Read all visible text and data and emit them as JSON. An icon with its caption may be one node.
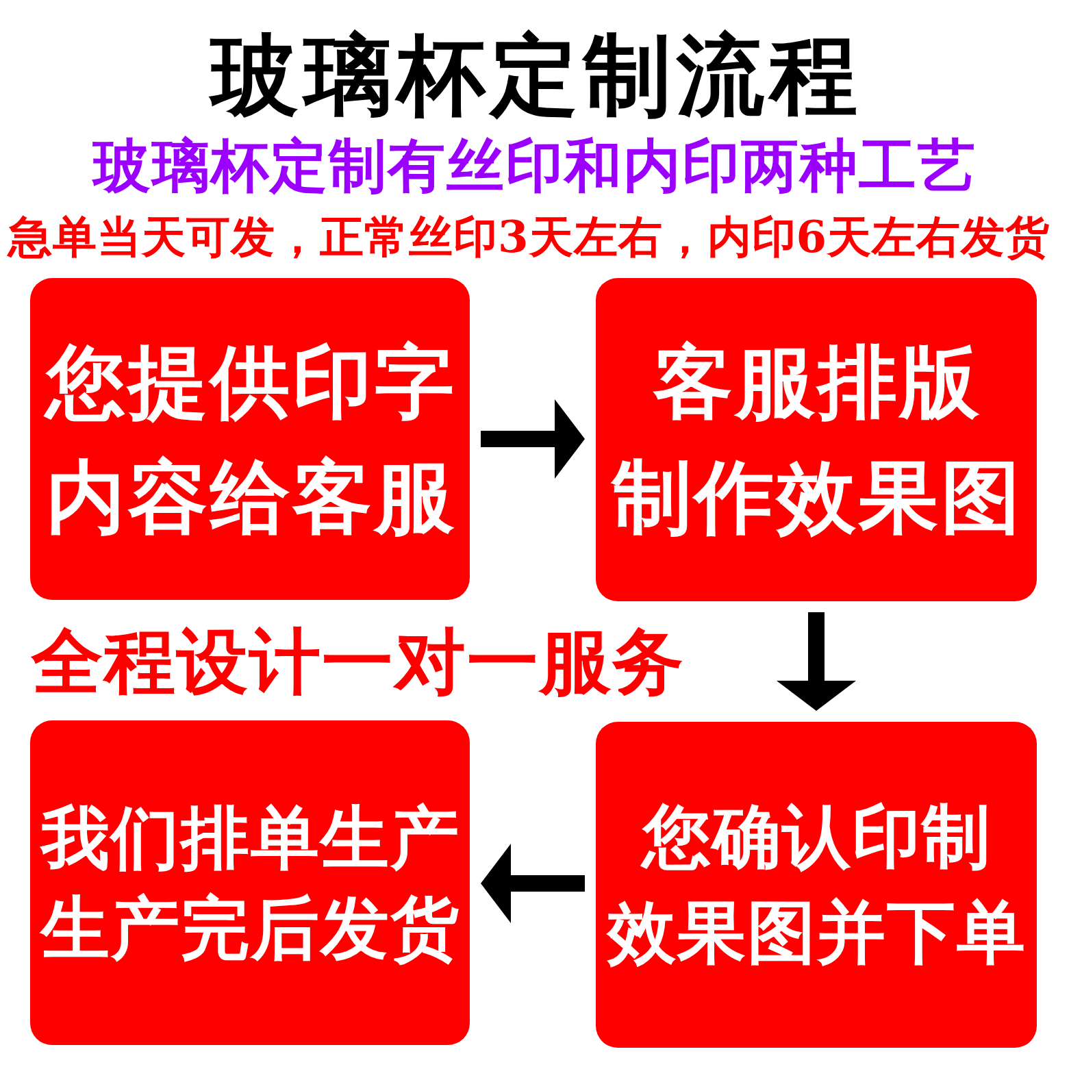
{
  "diagram": {
    "title": "玻璃杯定制流程",
    "nodes": [
      {
        "text": [
          "您提供印字内容给客服"
        ]
      },
      {
        "text": [
          "客服排版制作效果图"
        ]
      },
      {
        "text": [
          "我们排单生产生产完后发货"
        ]
      },
      {
        "text": [
          "您确认印制效果图并下单"
        ]
      }
    ],
    "edges": [
      {
        "from": 0,
        "to": 1,
        "arrow": "to"
      },
      {
        "from": 1,
        "to": 3,
        "arrow": "to"
      },
      {
        "from": 3,
        "to": 2,
        "arrow": "to"
      }
    ],
    "labels": [
      "玻璃杯定制有丝印和内印两种工艺",
      "急单当天可发，正常丝印3天左右，内印6天左右发货",
      "全程设计一对一服务"
    ]
  }
}
